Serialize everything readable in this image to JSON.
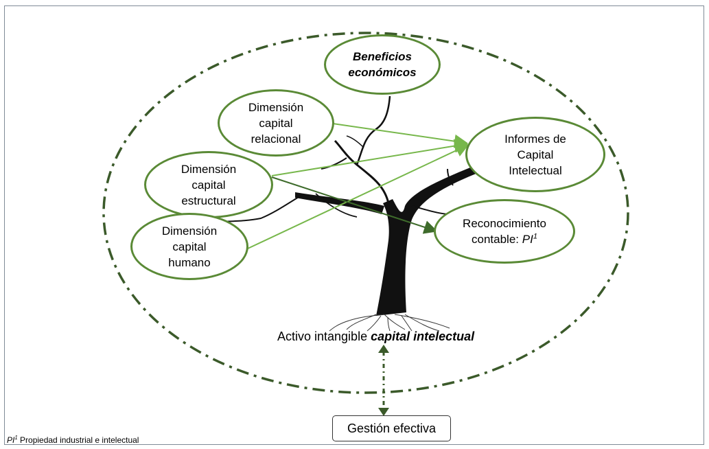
{
  "diagram": {
    "nodes": {
      "beneficios": "Beneficios\neconómicos",
      "relacional": "Dimensión\ncapital\nrelacional",
      "estructural": "Dimensión\ncapital\nestructural",
      "humano": "Dimensión\ncapital\nhumano",
      "informes": "Informes de\nCapital\nIntelectual",
      "reconocimiento_text": "Reconocimiento\ncontable: ",
      "reconocimiento_pi": "PI",
      "reconocimiento_sup": "1"
    },
    "caption": {
      "prefix": "Activo intangible ",
      "emphasis": "capital intelectual"
    },
    "gestion": "Gestión efectiva",
    "footnote": {
      "pi": "PI",
      "sup": "1",
      "text": " Propiedad industrial e intelectual"
    }
  },
  "colors": {
    "node_border": "#5a8a36",
    "arrow_light": "#77b74b",
    "arrow_dark": "#3e6b2b",
    "dash_outline": "#3b5a2a"
  }
}
